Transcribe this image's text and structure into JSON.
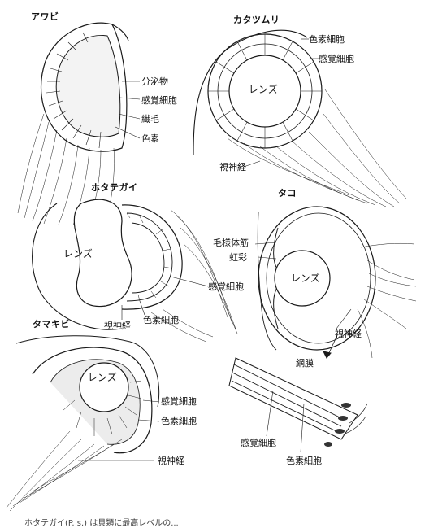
{
  "panels": {
    "awabi": {
      "title": "アワビ",
      "labels": {
        "secretion": "分泌物",
        "sensory_cell": "感覚細胞",
        "cilia": "繊毛",
        "pigment": "色素"
      }
    },
    "katatsumuri": {
      "title": "カタツムリ",
      "labels": {
        "lens": "レンズ",
        "pigment_cell": "色素細胞",
        "sensory_cell": "感覚細胞",
        "optic_nerve": "視神経"
      }
    },
    "hotategai": {
      "title": "ホタテガイ",
      "labels": {
        "lens": "レンズ",
        "sensory_cell": "感覚細胞",
        "optic_nerve": "視神経",
        "pigment_cell": "色素細胞"
      }
    },
    "tako": {
      "title": "タコ",
      "labels": {
        "ciliary_muscle": "毛様体筋",
        "iris": "虹彩",
        "lens": "レンズ",
        "optic_nerve": "視神経",
        "retina": "網膜"
      }
    },
    "tamakibi": {
      "title": "タマキビ",
      "labels": {
        "lens": "レンズ",
        "sensory_cell": "感覚細胞",
        "pigment_cell": "色素細胞",
        "optic_nerve": "視神経"
      }
    },
    "retina_detail": {
      "labels": {
        "sensory_cell": "感覚細胞",
        "pigment_cell": "色素細胞"
      }
    }
  },
  "caption": "ホタテガイ(P. s.) は貝類に最高レベルの..."
}
